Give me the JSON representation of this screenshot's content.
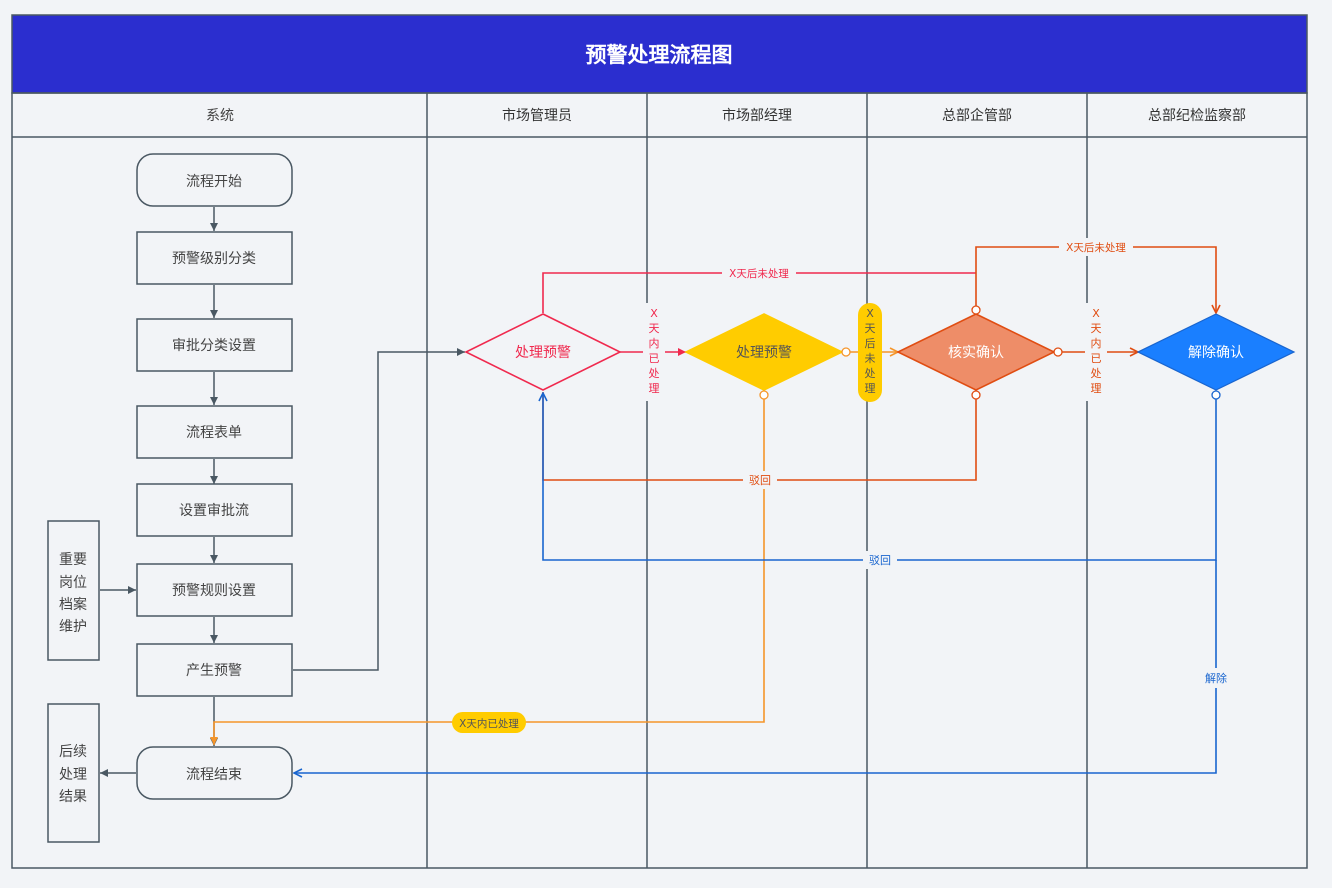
{
  "title": "预警处理流程图",
  "colors": {
    "header_bg": "#2b2ecf",
    "title_text": "#ffffff",
    "lane_border": "#4a5863",
    "node_border": "#4a5863",
    "background": "#f2f4f7",
    "red": "#f0294e",
    "yellow": "#ffcc00",
    "orange_line": "#f5952a",
    "rust": "#e04d12",
    "salmon": "#ee8d68",
    "blue": "#1a7fff",
    "blue_line": "#1965cf"
  },
  "lanes": [
    {
      "label": "系统"
    },
    {
      "label": "市场管理员"
    },
    {
      "label": "市场部经理"
    },
    {
      "label": "总部企管部"
    },
    {
      "label": "总部纪检监察部"
    }
  ],
  "nodes": {
    "start": "流程开始",
    "level_classify": "预警级别分类",
    "approval_classify": "审批分类设置",
    "process_form": "流程表单",
    "approval_flow": "设置审批流",
    "rule_setting": "预警规则设置",
    "generate_alert": "产生预警",
    "end": "流程结束",
    "key_position": [
      "重要",
      "岗位",
      "档案",
      "维护"
    ],
    "follow_up": [
      "后续",
      "处理",
      "结果"
    ],
    "admin_handle": "处理预警",
    "manager_handle": "处理预警",
    "verify": "核实确认",
    "release_confirm": "解除确认"
  },
  "edge_labels": {
    "admin_timeout": "X天后未处理",
    "verify_timeout": "X天后未处理",
    "admin_done_within": [
      "X",
      "天",
      "内",
      "已",
      "处",
      "理"
    ],
    "manager_timeout": [
      "X",
      "天",
      "后",
      "未",
      "处",
      "理"
    ],
    "verify_done_within": [
      "X",
      "天",
      "内",
      "已",
      "处",
      "理"
    ],
    "reject_verify": "驳回",
    "reject_release": "驳回",
    "release": "解除",
    "manager_done_within": "X天内已处理"
  }
}
